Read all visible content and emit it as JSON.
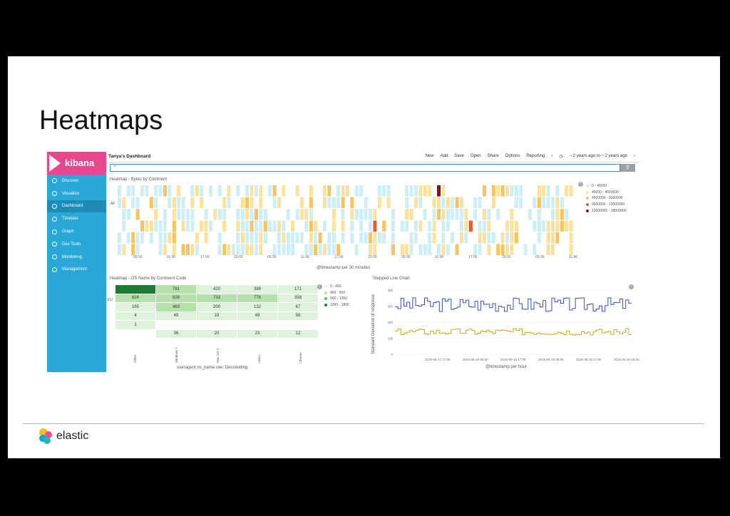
{
  "slide": {
    "title": "Heatmaps",
    "brand": "elastic"
  },
  "app": {
    "logo": "kibana"
  },
  "sidebar": {
    "items": [
      {
        "label": "Discover",
        "icon": "compass-icon"
      },
      {
        "label": "Visualize",
        "icon": "bar-chart-icon"
      },
      {
        "label": "Dashboard",
        "icon": "dashboard-icon",
        "active": true
      },
      {
        "label": "Timelion",
        "icon": "timelion-icon"
      },
      {
        "label": "Graph",
        "icon": "graph-icon"
      },
      {
        "label": "Dev Tools",
        "icon": "wrench-icon"
      },
      {
        "label": "Monitoring",
        "icon": "eye-icon"
      },
      {
        "label": "Management",
        "icon": "gear-icon"
      }
    ]
  },
  "topbar": {
    "title": "Tanya's Dashboard",
    "menu": [
      "New",
      "Add",
      "Save",
      "Open",
      "Share",
      "Options",
      "Reporting"
    ],
    "time_range": "~ 2 years ago to ~ 2 years ago"
  },
  "search": {
    "value": "*"
  },
  "panels": {
    "bytes": {
      "title": "Heatmap - Bytes by Continent",
      "row_label": "AF",
      "x_title": "@timestamp per 30 minutes",
      "x_ticks": [
        "05:00",
        "11:00",
        "17:00",
        "23:00",
        "05:00",
        "11:00",
        "17:00",
        "23:00",
        "05:00",
        "11:00",
        "17:00",
        "23:00",
        "05:00",
        "11:00"
      ],
      "legend": [
        {
          "label": "0 - 45000",
          "color": "#cdeef5"
        },
        {
          "label": "45000 - 4500000",
          "color": "#fbe29a"
        },
        {
          "label": "4500000 - 9000000",
          "color": "#f7c35d"
        },
        {
          "label": "9000000 - 13500000",
          "color": "#e65a35"
        },
        {
          "label": "13500000 - 18000000",
          "color": "#8c1010"
        }
      ]
    },
    "os": {
      "title": "Heatmap - OS Name by Continent Code",
      "row_label": "EU",
      "x_title": "useragent.os_name.raw: Descending",
      "categories": [
        "Other",
        "Windows 7",
        "Mac OS X",
        "Linux",
        "Ubuntu"
      ],
      "rows": [
        [
          "",
          "781",
          "420",
          "389",
          "171"
        ],
        [
          "624",
          "828",
          "733",
          "776",
          "358"
        ],
        [
          "165",
          "463",
          "200",
          "132",
          "67"
        ],
        [
          "4",
          "49",
          "19",
          "49",
          "56"
        ],
        [
          "1",
          "",
          "",
          "",
          ""
        ],
        [
          "",
          "36",
          "20",
          "23",
          "12"
        ]
      ],
      "legend": [
        {
          "label": "0 - 450",
          "color": "#dff2dc"
        },
        {
          "label": "450 - 900",
          "color": "#b5e1ad"
        },
        {
          "label": "900 - 1350",
          "color": "#5cb85c"
        },
        {
          "label": "1350 - 1800",
          "color": "#1f7a33"
        }
      ]
    },
    "stepped": {
      "title": "Stepped Line Chart",
      "y_title": "Standard Deviation of response",
      "x_title": "@timestamp per hour",
      "y_ticks": [
        "400",
        "300",
        "200",
        "100",
        "0"
      ],
      "x_ticks": [
        "2015-05-17 17:00",
        "2015-05-18 05:00",
        "2015-05-18 17:00",
        "2015-05-19 05:00",
        "2015-05-19 17:00",
        "2015-05-20 05:00"
      ],
      "series_colors": [
        "#3a4fb8",
        "#c9a814"
      ]
    }
  }
}
